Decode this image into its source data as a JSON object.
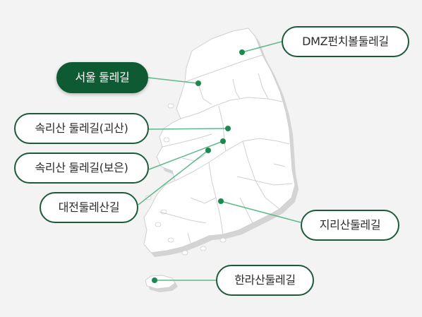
{
  "colors": {
    "background": "#f3f3f3",
    "land": "#ffffff",
    "shadow": "#d4d4d4",
    "border": "#d0d0d0",
    "pill_border": "#1d5a3a",
    "active_fill": "#0e5a33",
    "connector_line": "#5fb98a",
    "marker": "#1c8a4e"
  },
  "trails": [
    {
      "id": "seoul",
      "label": "서울 둘레길",
      "active": true
    },
    {
      "id": "dmz",
      "label": "DMZ펀치볼둘레길",
      "active": false
    },
    {
      "id": "songnisan-goesan",
      "label": "속리산 둘레길(괴산)",
      "active": false
    },
    {
      "id": "songnisan-boeun",
      "label": "속리산 둘레길(보은)",
      "active": false
    },
    {
      "id": "daejeon",
      "label": "대전둘레산길",
      "active": false
    },
    {
      "id": "jirisan",
      "label": "지리산둘레길",
      "active": false
    },
    {
      "id": "hallasan",
      "label": "한라산둘레길",
      "active": false
    }
  ]
}
